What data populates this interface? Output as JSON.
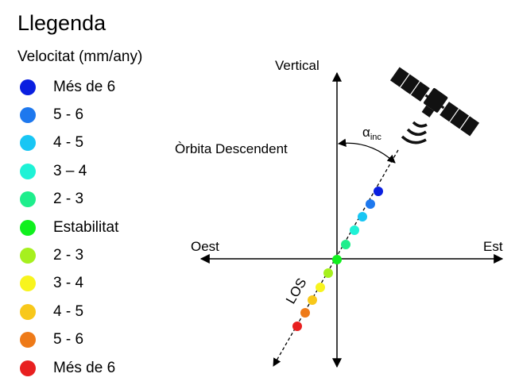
{
  "legend": {
    "title": "Llegenda",
    "subtitle": "Velocitat (mm/any)",
    "items": [
      {
        "label": "Més de 6",
        "color": "#0a1fe0"
      },
      {
        "label": "5 - 6",
        "color": "#1e78ee"
      },
      {
        "label": "4 - 5",
        "color": "#18c6f4"
      },
      {
        "label": "3 – 4",
        "color": "#1ef2d6"
      },
      {
        "label": "2 - 3",
        "color": "#1eee8c"
      },
      {
        "label": "Estabilitat",
        "color": "#10f01e"
      },
      {
        "label": "2 - 3",
        "color": "#a6f01e"
      },
      {
        "label": "3 - 4",
        "color": "#f8f41e"
      },
      {
        "label": "4 - 5",
        "color": "#f8c81a"
      },
      {
        "label": "5 - 6",
        "color": "#ee7a18"
      },
      {
        "label": "Més de 6",
        "color": "#e82020"
      }
    ]
  },
  "diagram": {
    "vertical_label": "Vertical",
    "west_label": "Oest",
    "east_label": "Est",
    "orbit_label": "Òrbita Descendent",
    "alpha_symbol": "α",
    "alpha_subscript": "inc",
    "los_label": "LOS"
  }
}
